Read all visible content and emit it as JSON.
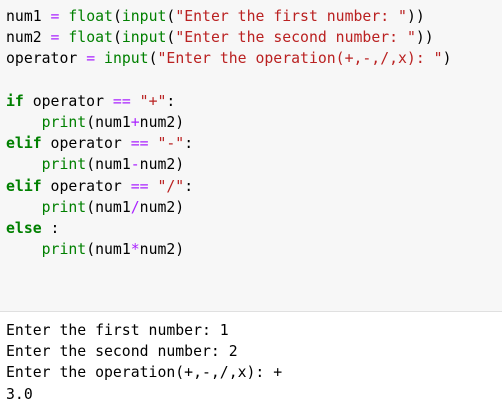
{
  "code_cell": {
    "lines": [
      [
        {
          "t": "num1 ",
          "c": "tx"
        },
        {
          "t": "=",
          "c": "op"
        },
        {
          "t": " ",
          "c": "tx"
        },
        {
          "t": "float",
          "c": "bi"
        },
        {
          "t": "(",
          "c": "tx"
        },
        {
          "t": "input",
          "c": "bi"
        },
        {
          "t": "(",
          "c": "tx"
        },
        {
          "t": "\"Enter the first number: \"",
          "c": "st"
        },
        {
          "t": "))",
          "c": "tx"
        }
      ],
      [
        {
          "t": "num2 ",
          "c": "tx"
        },
        {
          "t": "=",
          "c": "op"
        },
        {
          "t": " ",
          "c": "tx"
        },
        {
          "t": "float",
          "c": "bi"
        },
        {
          "t": "(",
          "c": "tx"
        },
        {
          "t": "input",
          "c": "bi"
        },
        {
          "t": "(",
          "c": "tx"
        },
        {
          "t": "\"Enter the second number: \"",
          "c": "st"
        },
        {
          "t": "))",
          "c": "tx"
        }
      ],
      [
        {
          "t": "operator ",
          "c": "tx"
        },
        {
          "t": "=",
          "c": "op"
        },
        {
          "t": " ",
          "c": "tx"
        },
        {
          "t": "input",
          "c": "bi"
        },
        {
          "t": "(",
          "c": "tx"
        },
        {
          "t": "\"Enter the operation(+,-,/,x): \"",
          "c": "st"
        },
        {
          "t": ")",
          "c": "tx"
        }
      ],
      [],
      [
        {
          "t": "if",
          "c": "kw"
        },
        {
          "t": " operator ",
          "c": "tx"
        },
        {
          "t": "==",
          "c": "op"
        },
        {
          "t": " ",
          "c": "tx"
        },
        {
          "t": "\"+\"",
          "c": "st"
        },
        {
          "t": ":",
          "c": "tx"
        }
      ],
      [
        {
          "t": "    ",
          "c": "tx"
        },
        {
          "t": "print",
          "c": "bi"
        },
        {
          "t": "(num1",
          "c": "tx"
        },
        {
          "t": "+",
          "c": "op"
        },
        {
          "t": "num2)",
          "c": "tx"
        }
      ],
      [
        {
          "t": "elif",
          "c": "kw"
        },
        {
          "t": " operator ",
          "c": "tx"
        },
        {
          "t": "==",
          "c": "op"
        },
        {
          "t": " ",
          "c": "tx"
        },
        {
          "t": "\"-\"",
          "c": "st"
        },
        {
          "t": ":",
          "c": "tx"
        }
      ],
      [
        {
          "t": "    ",
          "c": "tx"
        },
        {
          "t": "print",
          "c": "bi"
        },
        {
          "t": "(num1",
          "c": "tx"
        },
        {
          "t": "-",
          "c": "op"
        },
        {
          "t": "num2)",
          "c": "tx"
        }
      ],
      [
        {
          "t": "elif",
          "c": "kw"
        },
        {
          "t": " operator ",
          "c": "tx"
        },
        {
          "t": "==",
          "c": "op"
        },
        {
          "t": " ",
          "c": "tx"
        },
        {
          "t": "\"/\"",
          "c": "st"
        },
        {
          "t": ":",
          "c": "tx"
        }
      ],
      [
        {
          "t": "    ",
          "c": "tx"
        },
        {
          "t": "print",
          "c": "bi"
        },
        {
          "t": "(num1",
          "c": "tx"
        },
        {
          "t": "/",
          "c": "op"
        },
        {
          "t": "num2)",
          "c": "tx"
        }
      ],
      [
        {
          "t": "else",
          "c": "kw"
        },
        {
          "t": " :",
          "c": "tx"
        }
      ],
      [
        {
          "t": "    ",
          "c": "tx"
        },
        {
          "t": "print",
          "c": "bi"
        },
        {
          "t": "(num1",
          "c": "tx"
        },
        {
          "t": "*",
          "c": "op"
        },
        {
          "t": "num2)",
          "c": "tx"
        }
      ]
    ]
  },
  "output_cell": {
    "lines": [
      "Enter the first number: 1",
      "Enter the second number: 2",
      "Enter the operation(+,-,/,x): +",
      "3.0"
    ]
  },
  "colors": {
    "input_background": "#f7f7f7",
    "output_background": "#ffffff",
    "builtin": "#008000",
    "string": "#ba2121",
    "keyword": "#008000",
    "operator": "#aa22ff",
    "text": "#000000"
  }
}
